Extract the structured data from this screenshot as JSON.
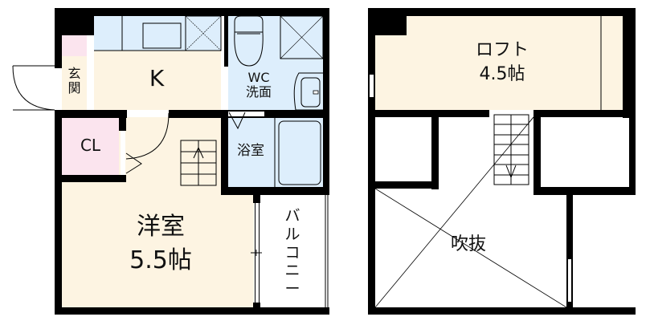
{
  "floor_1": {
    "rooms": {
      "kitchen": {
        "label": "K"
      },
      "entrance": {
        "label": "玄\n関"
      },
      "toilet_washroom": {
        "label": "WC\n洗面"
      },
      "closet": {
        "label": "CL"
      },
      "bathroom": {
        "label": "浴室"
      },
      "western_room": {
        "label": "洋室",
        "size": "5.5帖"
      },
      "balcony": {
        "label": "バ\nル\nコ\nニ\nー"
      }
    }
  },
  "floor_2": {
    "rooms": {
      "loft": {
        "label": "ロフト",
        "size": "4.5帖"
      },
      "atrium": {
        "label": "吹抜"
      }
    }
  },
  "colors": {
    "wall": "#000000",
    "living_floor": "#fdf4e2",
    "wet_area": "#ddeefc",
    "storage": "#fbe4ee"
  }
}
